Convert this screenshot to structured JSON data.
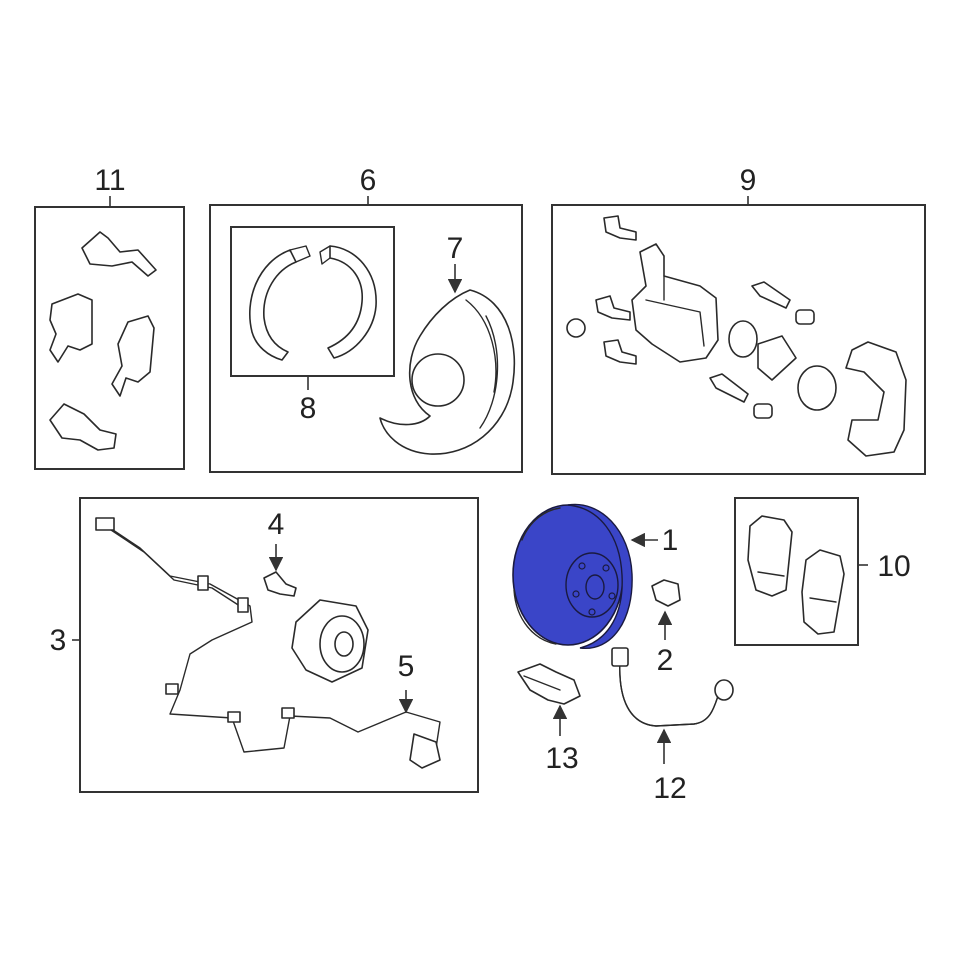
{
  "colors": {
    "highlight": "#3a45c8",
    "line": "#2a2a2a"
  },
  "callouts": {
    "c1": "1",
    "c2": "2",
    "c3": "3",
    "c4": "4",
    "c5": "5",
    "c6": "6",
    "c7": "7",
    "c8": "8",
    "c9": "9",
    "c10": "10",
    "c11": "11",
    "c12": "12",
    "c13": "13"
  }
}
